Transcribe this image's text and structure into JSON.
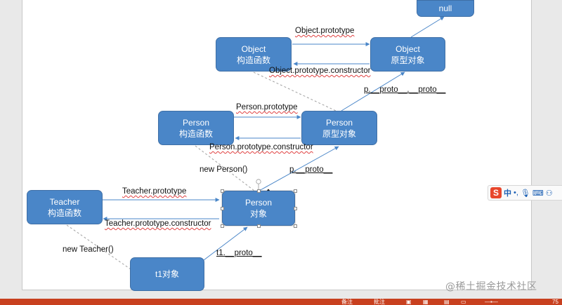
{
  "nodes": {
    "null_box": "null",
    "object_ctor": [
      "Object",
      "构造函数"
    ],
    "object_proto": [
      "Object",
      "原型对象"
    ],
    "person_ctor": [
      "Person",
      "构造函数"
    ],
    "person_proto": [
      "Person",
      "原型对象"
    ],
    "teacher_ctor": [
      "Teacher",
      "构造函数"
    ],
    "person_obj": [
      "Person",
      "对象"
    ],
    "t1_obj": "t1对象"
  },
  "labels": {
    "object_prototype": "Object.prototype",
    "object_prototype_constructor": "Object.prototype.constructor",
    "p_proto_proto": "p.__proto__.__proto__",
    "person_prototype": "Person.prototype",
    "person_prototype_constructor": "Person.prototype.constructor",
    "new_person": "new Person()",
    "p_proto": "p.__proto__",
    "teacher_prototype": "Teacher.prototype",
    "teacher_prototype_constructor": "Teacher.prototype.constructor",
    "new_teacher": "new Teacher()",
    "t1_proto": "t1.__proto__"
  },
  "ime_toolbar": {
    "logo": "S",
    "mode": "中"
  },
  "watermark": "@稀土掘金技术社区",
  "taskbar": {
    "item1": "备注",
    "item2": "批注",
    "zoom": "75"
  },
  "colors": {
    "box_fill": "#4a86c8",
    "arrow": "#4a86c8",
    "dashed": "#999999",
    "watermark": "#9a9a9a"
  }
}
